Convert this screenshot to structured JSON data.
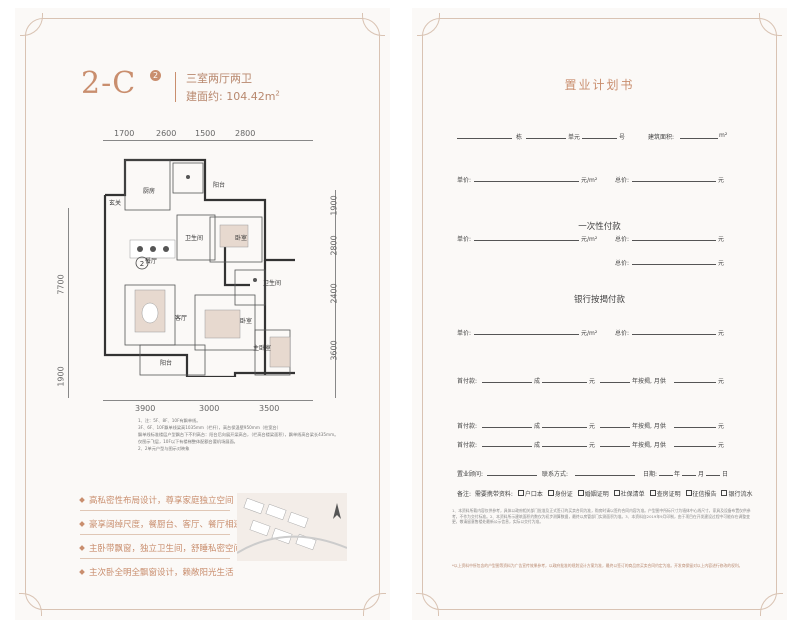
{
  "left": {
    "unit_code": "2-C",
    "unit_badge": "2",
    "layout_name": "三室两厅两卫",
    "area_label": "建面约: 104.42m",
    "area_sup": "2",
    "top_dims": [
      "1700",
      "2600",
      "1500",
      "2800"
    ],
    "bottom_dims": [
      "3900",
      "3000",
      "3500"
    ],
    "left_dims": [
      "7700",
      "1900"
    ],
    "right_dims": [
      "1900",
      "2800",
      "2400",
      "3600"
    ],
    "rooms": {
      "foyer": "玄关",
      "kitchen": "厨房",
      "balcony_small": "阳台",
      "dining": "餐厅",
      "bathroom1": "卫生间",
      "bedroom1": "卧室",
      "bathroom2": "卫生间",
      "living": "客厅",
      "bedroom2": "卧室",
      "master": "主卧室",
      "balcony_large": "阳台",
      "circle_mark": "2"
    },
    "notes": [
      "1、注：5F、8F、10F有飘单线。",
      "3F、6F、10F飘单线梁高1035mm（栏杆），高台保温壁950mm（柱宽台）",
      "飘单线标准楼层户型飘台下不利高台：阳台后向展开梁高台，（栏高台楼梁面积），飘单线高台梁长435mm。",
      "仅图示飞层，10F以下有楼梯整体配额台要机场展面。",
      "2、2单元户型与图示对映象"
    ],
    "features": [
      "高私密性布局设计，尊享家庭独立空间",
      "豪享阔绰尺度，餐厨台、客厅、餐厅相连",
      "主卧带飘窗，独立卫生间，舒睡私密空间",
      "主次卧全明全飘窗设计，赖敞阳光生活"
    ]
  },
  "right": {
    "title": "置业计划书",
    "row1": {
      "a": "栋",
      "b": "单元",
      "c": "号",
      "d": "建筑面积:",
      "e": "m²"
    },
    "row2": {
      "a": "单价:",
      "b": "元/m²",
      "c": "总价:",
      "d": "元"
    },
    "lump_title": "一次性付款",
    "lump_row1": {
      "a": "单价:",
      "b": "元/m²",
      "c": "总价:",
      "d": "元"
    },
    "lump_row2": {
      "a": "总价:",
      "b": "元"
    },
    "loan_title": "银行按揭付款",
    "loan_row1": {
      "a": "单价:",
      "b": "元/m²",
      "c": "总价:",
      "d": "元"
    },
    "loan_row2": {
      "a": "首付款:",
      "b": "成",
      "c": "元",
      "d": "年按揭, 月供",
      "e": "元"
    },
    "loan_row3": {
      "a": "首付款:",
      "b": "成",
      "c": "元",
      "d": "年按揭, 月供",
      "e": "元"
    },
    "loan_row4": {
      "a": "首付款:",
      "b": "成",
      "c": "元",
      "d": "年按揭, 月供",
      "e": "元"
    },
    "sales_row": {
      "a": "置业顾问:",
      "b": "联系方式:",
      "c": "日期:",
      "d": "年",
      "e": "月",
      "f": "日"
    },
    "remark_label": "备注:",
    "remark_lead": "需要携带资料:",
    "remark_items": [
      "户口本",
      "身份证",
      "婚姻证明",
      "社保清单",
      "查房证明",
      "征信报告",
      "银行流水"
    ],
    "fine_print": "1、本资料所载内容仅供参考，具体以政府相关部门批准及正式签订的买卖合同为准，购房时请以签约合同内容为准。户型图中所标尺寸为墙体中心线尺寸，家具及设备布置仅供参考，不作为交付标准。2、本资料所示建筑面积约数仅为初步测算数据，最终以房管部门实测面积为准。3、本资料自2019年9月印制，由于项目在开发建设过程中可能存在调整变更，敬请留意售楼处最新公示信息，实际以交付为准。",
    "fine_print_2": "*以上资料中所包含的户型图等资料为广告宣传效果参考，以政府批准的规划设计方案为准，最终以签订的商品房买卖合同约定为准。开发商保留对以上内容进行修改的权利。"
  }
}
